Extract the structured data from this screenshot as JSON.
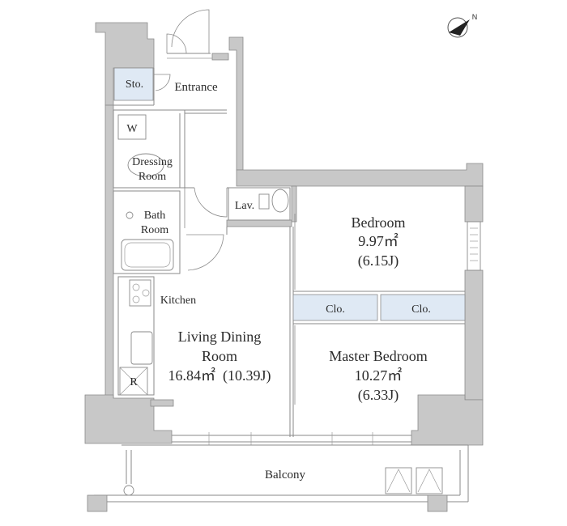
{
  "rooms": {
    "storage": "Sto.",
    "entrance": "Entrance",
    "washer": "W",
    "dressing_line1": "Dressing",
    "dressing_line2": "Room",
    "bath_line1": "Bath",
    "bath_line2": "Room",
    "lavatory": "Lav.",
    "bedroom_name": "Bedroom",
    "bedroom_area": "9.97㎡",
    "bedroom_tatami": "(6.15J)",
    "closet_left": "Clo.",
    "closet_right": "Clo.",
    "kitchen": "Kitchen",
    "living_line1": "Living Dining",
    "living_line2": "Room",
    "living_area": "16.84㎡  (10.39J)",
    "refrigerator": "R",
    "master_name": "Master Bedroom",
    "master_area": "10.27㎡",
    "master_tatami": "(6.33J)",
    "balcony": "Balcony"
  },
  "compass": {
    "label": "N",
    "icon": "north-arrow-icon"
  },
  "colors": {
    "wall": "#c8c8c8",
    "closet_fill": "#dfe9f4",
    "text": "#2b2b2b"
  }
}
